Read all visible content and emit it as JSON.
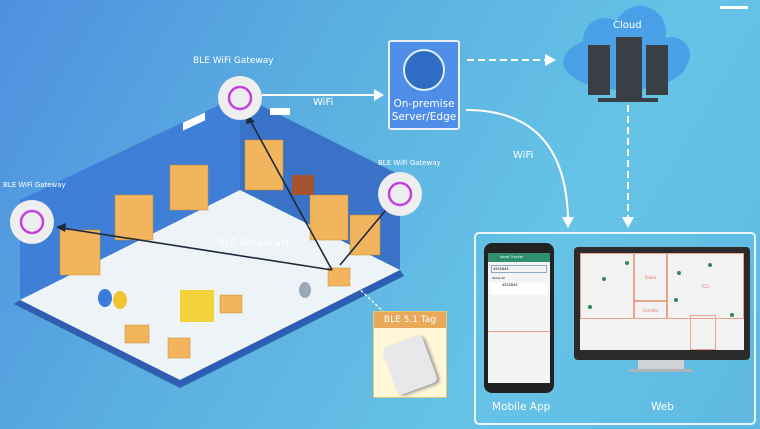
{
  "labels": {
    "gateway_top": "BLE WiFi Gateway",
    "gateway_left": "BLE WiFi Gateway",
    "gateway_right": "BLE WiFi Gateway",
    "wifi_1": "WiFi",
    "wifi_2": "WiFi",
    "ble_broadcast": "BLE Broadcast",
    "cloud": "Cloud",
    "server_line1": "On-premise",
    "server_line2": "Server/Edge",
    "tag": "BLE 5.1 Tag",
    "mobile_app": "Mobile App",
    "web": "Web"
  },
  "mobile": {
    "title": "Asset Tracker",
    "search_value": "4552845",
    "show_all": "Show all",
    "item_id": "4552845"
  },
  "web_map": {
    "rooms": [
      "Stairs",
      "ICU",
      "Corridor"
    ]
  },
  "colors": {
    "accent": "#4e8ee8",
    "tag_header": "#e8a95a",
    "map_dot": "#2e8a55"
  }
}
